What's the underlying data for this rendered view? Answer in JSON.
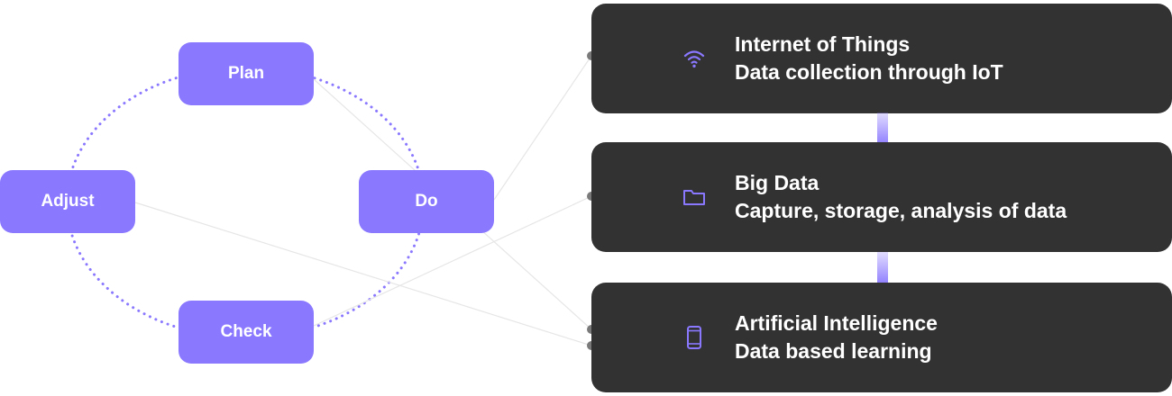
{
  "colors": {
    "accent": "#8a78ff",
    "panel": "#323232",
    "panel_text": "#ffffff",
    "connector": "#e6e6e6",
    "dot": "#7a7a7a"
  },
  "cycle": {
    "plan": "Plan",
    "do": "Do",
    "check": "Check",
    "adjust": "Adjust"
  },
  "panels": [
    {
      "icon": "wifi-icon",
      "title": "Internet of Things",
      "subtitle": "Data collection through IoT"
    },
    {
      "icon": "folder-icon",
      "title": "Big Data",
      "subtitle": "Capture, storage, analysis of data"
    },
    {
      "icon": "smartphone-icon",
      "title": "Artificial Intelligence",
      "subtitle": "Data based learning"
    }
  ]
}
